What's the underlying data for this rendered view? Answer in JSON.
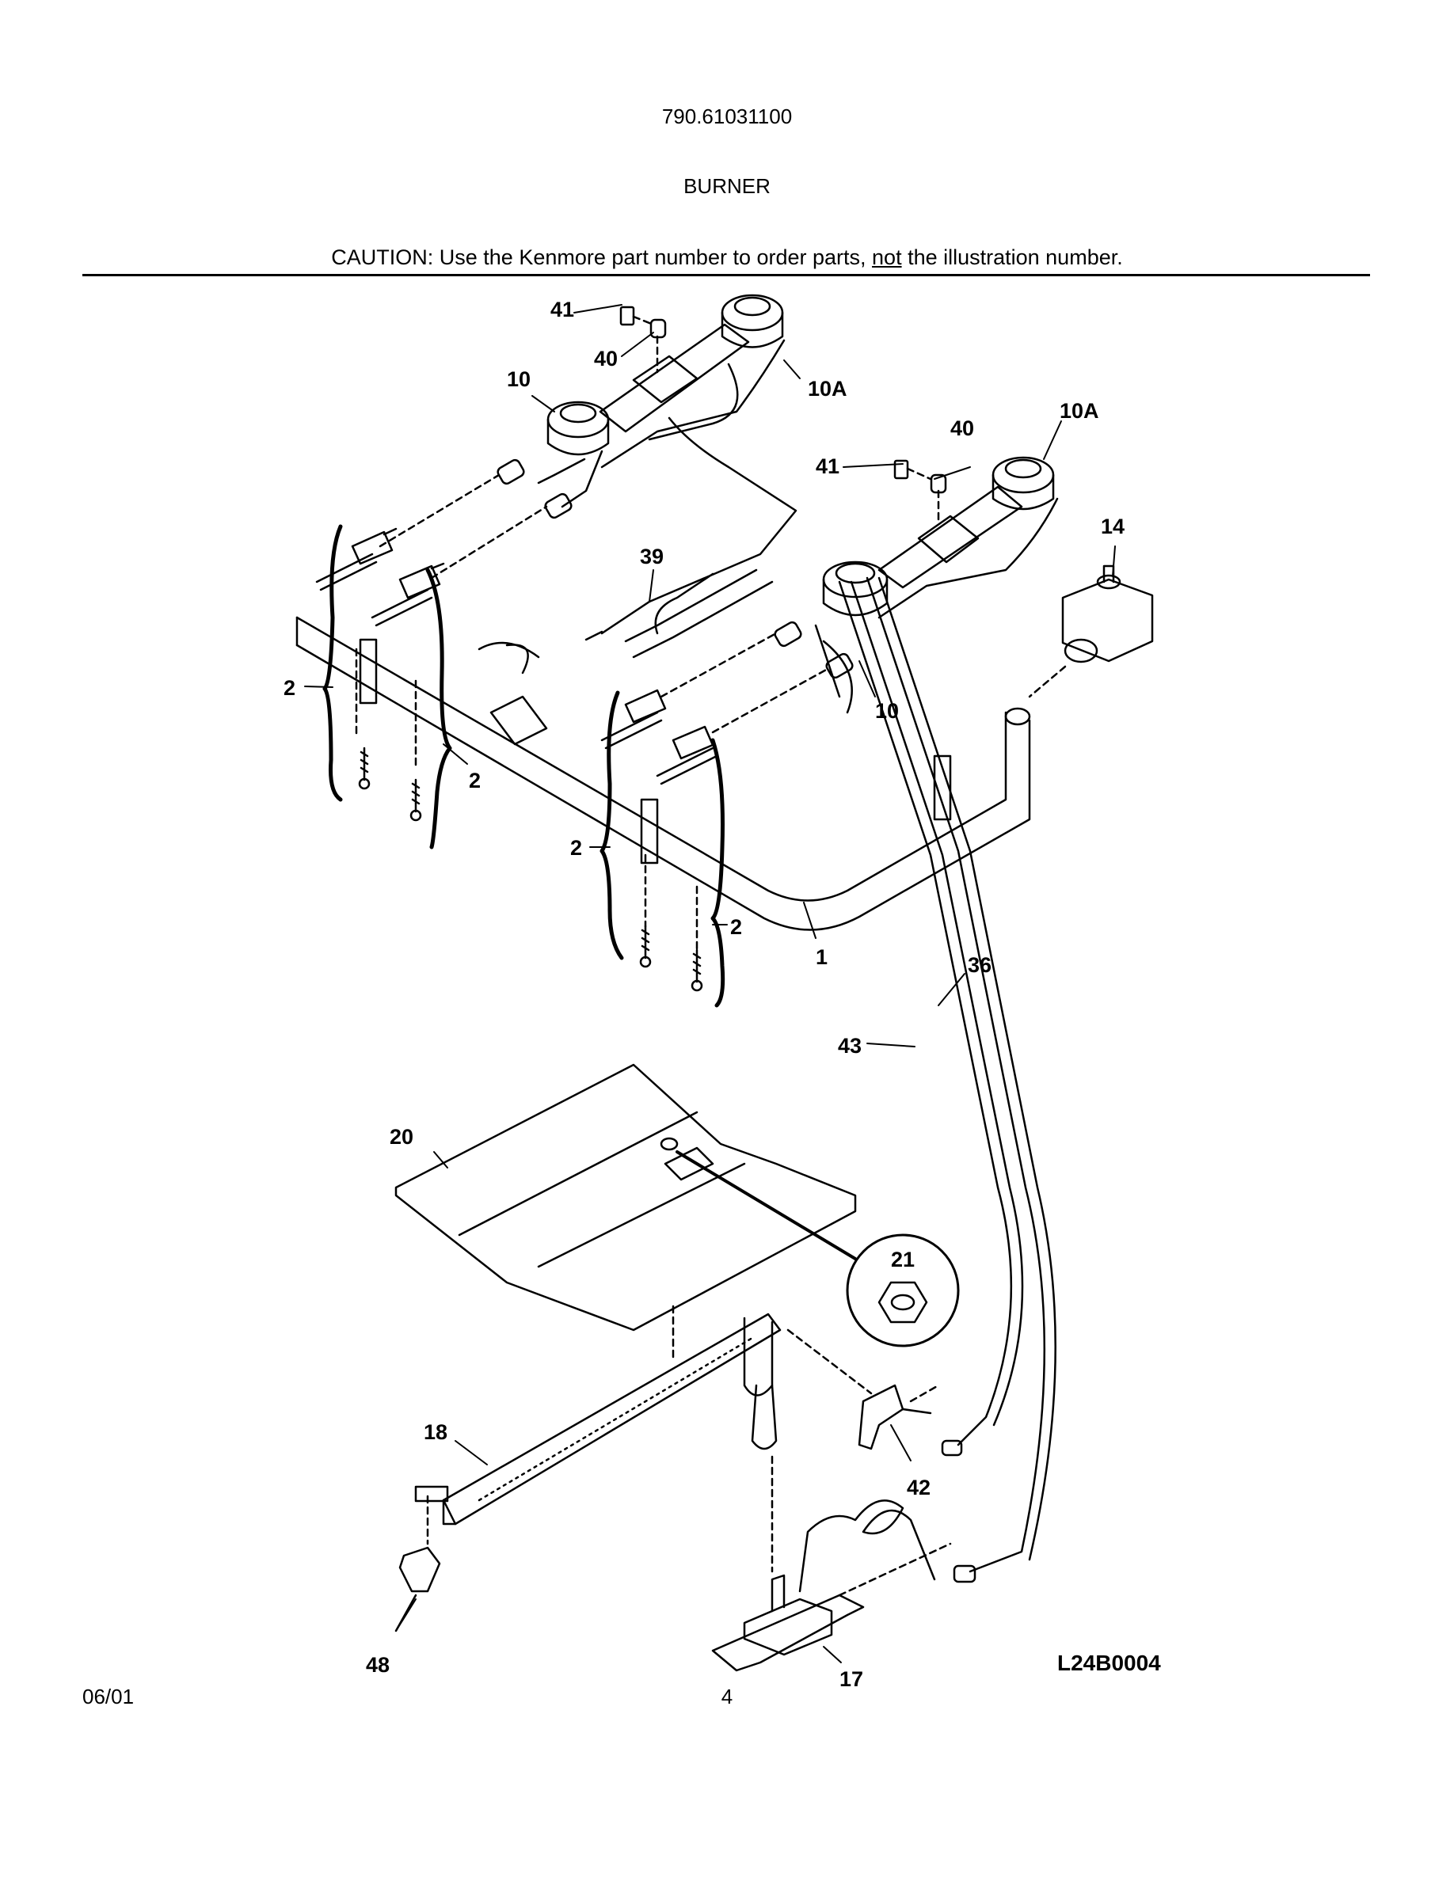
{
  "header": {
    "model": "790.61031100",
    "section": "BURNER",
    "caution_prefix": "CAUTION: Use the Kenmore part number to order parts, ",
    "caution_emphasis": "not",
    "caution_suffix": " the illustration number."
  },
  "diagram": {
    "reference_code": "L24B0004",
    "callouts": [
      {
        "id": "c41a",
        "text": "41"
      },
      {
        "id": "c40a",
        "text": "40"
      },
      {
        "id": "c10a",
        "text": "10"
      },
      {
        "id": "c10Aa",
        "text": "10A"
      },
      {
        "id": "c40b",
        "text": "40"
      },
      {
        "id": "c10Ab",
        "text": "10A"
      },
      {
        "id": "c41b",
        "text": "41"
      },
      {
        "id": "c14",
        "text": "14"
      },
      {
        "id": "c39",
        "text": "39"
      },
      {
        "id": "c2a",
        "text": "2"
      },
      {
        "id": "c10b",
        "text": "10"
      },
      {
        "id": "c2b",
        "text": "2"
      },
      {
        "id": "c2c",
        "text": "2"
      },
      {
        "id": "c2d",
        "text": "2"
      },
      {
        "id": "c1",
        "text": "1"
      },
      {
        "id": "c36",
        "text": "36"
      },
      {
        "id": "c43",
        "text": "43"
      },
      {
        "id": "c20",
        "text": "20"
      },
      {
        "id": "c21",
        "text": "21"
      },
      {
        "id": "c18",
        "text": "18"
      },
      {
        "id": "c42",
        "text": "42"
      },
      {
        "id": "c48",
        "text": "48"
      },
      {
        "id": "c17",
        "text": "17"
      }
    ]
  },
  "footer": {
    "date": "06/01",
    "page": "4"
  }
}
